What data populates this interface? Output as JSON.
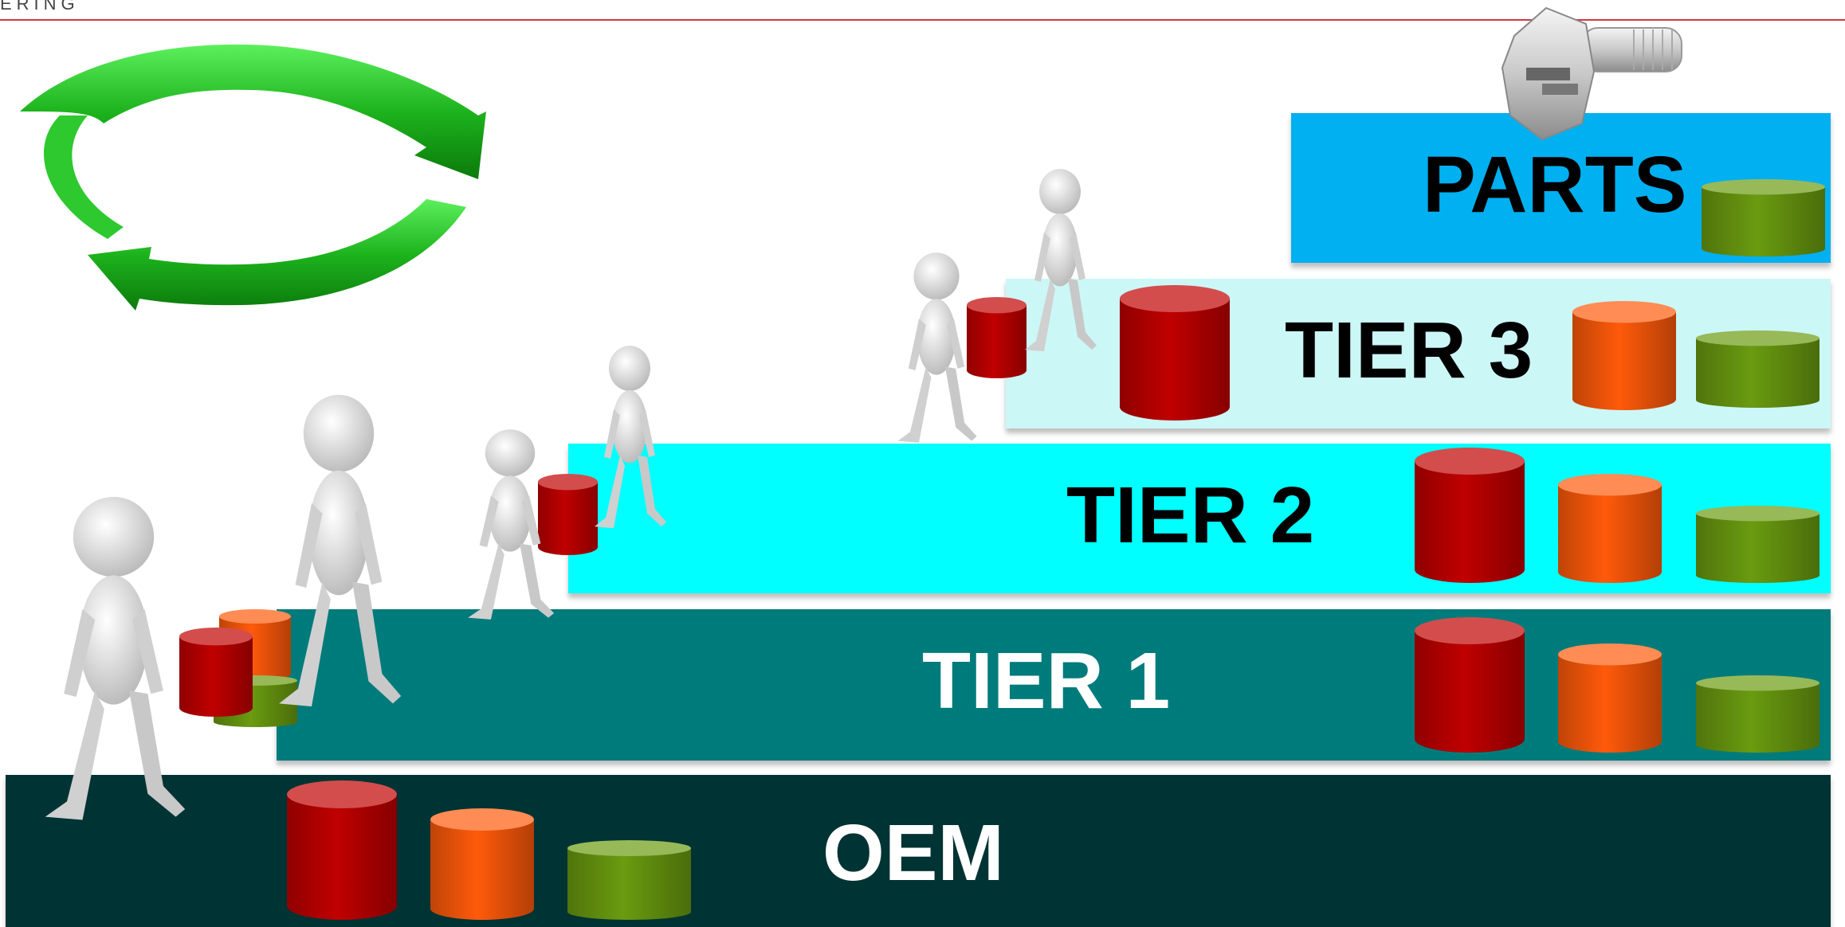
{
  "header": {
    "logo_fragment": "ERING",
    "rule_color": "#d23a3a"
  },
  "tiers": [
    {
      "id": "oem",
      "label": "OEM",
      "color": "#003333",
      "text_color": "#ffffff"
    },
    {
      "id": "tier1",
      "label": "TIER 1",
      "color": "#007b7b",
      "text_color": "#ffffff"
    },
    {
      "id": "tier2",
      "label": "TIER 2",
      "color": "#00ffff",
      "text_color": "#000000"
    },
    {
      "id": "tier3",
      "label": "TIER 3",
      "color": "#ccf7f7",
      "text_color": "#000000"
    },
    {
      "id": "parts",
      "label": "PARTS",
      "color": "#00b0f0",
      "text_color": "#000000"
    }
  ],
  "barrel_colors": {
    "red": "#c00000",
    "orange": "#ff5a0a",
    "green": "#6a9b10"
  },
  "icons": [
    "cycle-arrows-icon",
    "bolt-icon",
    "stick-figure-icon",
    "barrel-icon"
  ]
}
